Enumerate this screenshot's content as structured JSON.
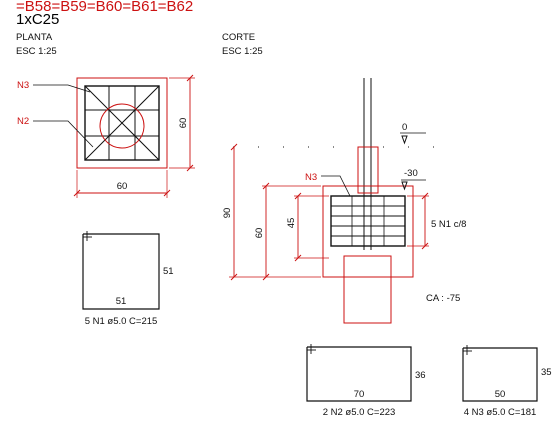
{
  "header": {
    "element_ids": "=B58=B59=B60=B61=B62",
    "quantity_concrete": "1xC25"
  },
  "views": {
    "plan": {
      "title": "PLANTA",
      "scale": "ESC 1:25"
    },
    "section": {
      "title": "CORTE",
      "scale": "ESC 1:25"
    }
  },
  "plan_dims": {
    "width": "60",
    "length": "60"
  },
  "plan_callouts": {
    "n3": "N3",
    "n2": "N2"
  },
  "section_dims": {
    "level_top": "0",
    "level_bottom": "-30",
    "total_height": "90",
    "height_60": "60",
    "height_45": "45",
    "stirrups": "5 N1 c/8",
    "bottom_level": "CA : -75",
    "callout_n3": "N3"
  },
  "bars": {
    "n1": {
      "height": "51",
      "width": "51",
      "caption": "5 N1 ø5.0 C=215"
    },
    "n2": {
      "height": "36",
      "width": "70",
      "caption": "2 N2 ø5.0 C=223"
    },
    "n3": {
      "height": "35",
      "width": "50",
      "caption": "4 N3 ø5.0 C=181"
    }
  },
  "colors": {
    "annotation_red": "#cc1111",
    "line_black": "#111111"
  }
}
